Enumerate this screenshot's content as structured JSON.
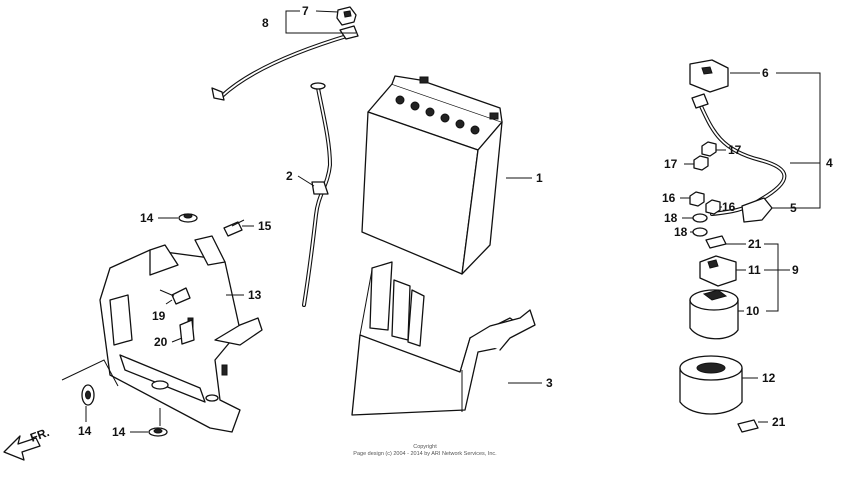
{
  "callouts": {
    "c1": "1",
    "c2": "2",
    "c3": "3",
    "c4": "4",
    "c5": "5",
    "c6": "6",
    "c7": "7",
    "c8": "8",
    "c9": "9",
    "c10": "10",
    "c11": "11",
    "c12": "12",
    "c13": "13",
    "c14a": "14",
    "c14b": "14",
    "c14c": "14",
    "c15": "15",
    "c16a": "16",
    "c16b": "16",
    "c17a": "17",
    "c17b": "17",
    "c18a": "18",
    "c18b": "18",
    "c19": "19",
    "c20": "20",
    "c21a": "21",
    "c21b": "21"
  },
  "direction_label": "FR.",
  "footer": {
    "copyright": "Copyright",
    "page_design": "Page design (c) 2004 - 2014 by ARI Network Services, Inc."
  },
  "colors": {
    "line": "#111111",
    "background": "#ffffff"
  }
}
